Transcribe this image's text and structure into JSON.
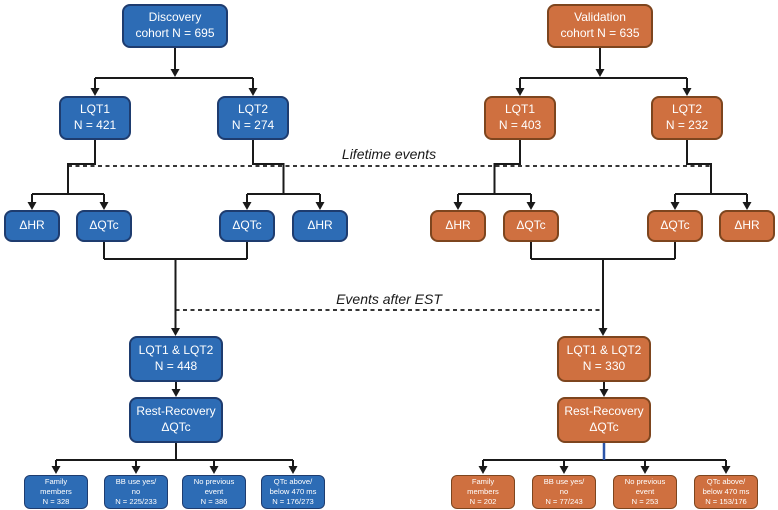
{
  "figure": {
    "colors": {
      "blue_fill": "#2d6cb5",
      "blue_border": "#1e3c6f",
      "orange_fill": "#cf7040",
      "orange_border": "#7d451e",
      "line_color": "#1a1a1a",
      "blue_connector": "#2b55a8"
    },
    "section_labels": {
      "lifetime_events": "Lifetime events",
      "events_after_est": "Events after EST"
    },
    "discovery": {
      "root": "Discovery\ncohort N = 695",
      "lqt1": "LQT1\nN = 421",
      "lqt2": "LQT2\nN = 274",
      "delta_hr_outer_left": "ΔHR",
      "delta_qtc_inner_left": "ΔQTc",
      "delta_qtc_inner_right": "ΔQTc",
      "delta_hr_outer_right": "ΔHR",
      "combined": "LQT1 & LQT2\nN = 448",
      "rest_recovery": "Rest-Recovery\nΔQTc",
      "family_members": "Family\nmembers\nN = 328",
      "bb_use": "BB use yes/\nno\nN = 225/233",
      "no_previous_event": "No previous\nevent\nN = 386",
      "qtc_above_below": "QTc above/\nbelow 470 ms\nN = 176/273"
    },
    "validation": {
      "root": "Validation\ncohort N = 635",
      "lqt1": "LQT1\nN = 403",
      "lqt2": "LQT2\nN = 232",
      "delta_hr_outer_left": "ΔHR",
      "delta_qtc_inner_left": "ΔQTc",
      "delta_qtc_inner_right": "ΔQTc",
      "delta_hr_outer_right": "ΔHR",
      "combined": "LQT1 & LQT2\nN = 330",
      "rest_recovery": "Rest-Recovery\nΔQTc",
      "family_members": "Family\nmembers\nN = 202",
      "bb_use": "BB use yes/\nno\nN = 77/243",
      "no_previous_event": "No previous\nevent\nN = 253",
      "qtc_above_below": "QTc above/\nbelow 470 ms\nN = 153/176"
    }
  }
}
